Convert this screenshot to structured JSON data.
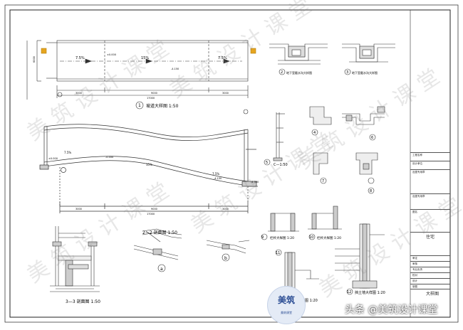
{
  "watermark": {
    "brand": "美筑设计课堂"
  },
  "views": {
    "ramp_plan_title": "坡道大样图 1:50",
    "section_2_title": "2—2 剖面图 1:50",
    "section_3_title": "3—3 剖面图 1:50",
    "section_c_title": "C—1:50",
    "railing_title_9": "栏杆大样图 1:20",
    "railing_title_10": "栏杆大样图 1:20",
    "wall_detail_title": "挡土墙大样图 1:20",
    "trench_title_2": "地下室截水沟大样图",
    "trench_title_3": "地下室截水沟大样图",
    "small_detail_title": "大样图 1:20"
  },
  "dimensions": {
    "plan_overall": "17000",
    "plan_left": "3000",
    "plan_mid": "9000",
    "plan_right": "3000",
    "plan_height": "6000",
    "slope_1": "7.5%",
    "slope_2": "15%",
    "slope_3": "7.5%",
    "section_overall": "17000",
    "elev_1": "±0.000",
    "elev_2": "-0.450",
    "elev_3": "-4.150",
    "elev_4": "-4.500"
  },
  "markers": [
    "1",
    "2",
    "3",
    "4",
    "5",
    "6",
    "7",
    "8",
    "9",
    "10",
    "11",
    "12",
    "a",
    "b"
  ],
  "title_block": {
    "project_label": "工程名称",
    "design_unit": "设计单位",
    "stamp_label": "出图专用章",
    "drawing_name_label": "图名",
    "drawing_name": "住宅",
    "rows": [
      "审定",
      "审核",
      "专业负责",
      "校对",
      "设计",
      "制图"
    ],
    "sheet_label": "大样图"
  },
  "logo": {
    "top": "美筑",
    "bottom": "美筑课堂"
  },
  "credit": "头条 @美筑设计课堂"
}
